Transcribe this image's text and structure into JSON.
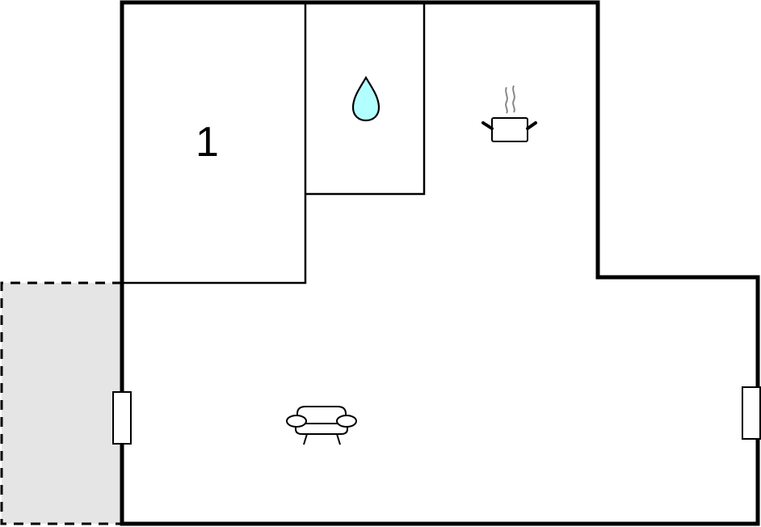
{
  "floorplan": {
    "rooms": [
      {
        "id": "bedroom",
        "label": "1",
        "icon": "bed-number"
      },
      {
        "id": "bathroom",
        "label": "",
        "icon": "water-drop-icon"
      },
      {
        "id": "kitchen",
        "label": "",
        "icon": "cooking-pot-icon"
      },
      {
        "id": "living-room",
        "label": "",
        "icon": "sofa-icon"
      },
      {
        "id": "terrace",
        "label": "",
        "icon": "none"
      }
    ],
    "windows": [
      {
        "id": "window-west"
      },
      {
        "id": "window-east"
      }
    ],
    "colors": {
      "wall": "#000000",
      "floor": "#ffffff",
      "terrace": "#e5e5e5",
      "water": "#b3ffff",
      "steam": "#888888"
    }
  }
}
